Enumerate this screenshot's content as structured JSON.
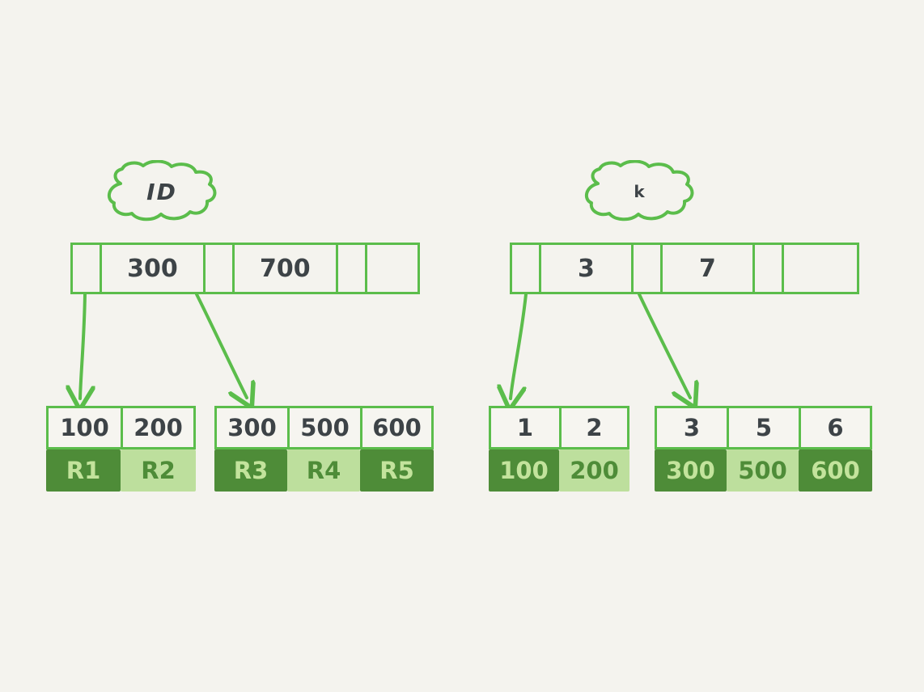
{
  "diagram": {
    "title": "b-plus-tree-index-comparison",
    "background_color": "#f4f3ee",
    "accent_color": "#5bbd4b",
    "dark_block_color": "#4e8c38",
    "light_block_color": "#bddf9d",
    "ink_color": "#3d4347"
  },
  "trees": [
    {
      "id": "primary-index",
      "cloud_label": "ID",
      "root": {
        "cells": [
          {
            "type": "pointer",
            "text": ""
          },
          {
            "type": "key",
            "text": "300"
          },
          {
            "type": "pointer",
            "text": ""
          },
          {
            "type": "key",
            "text": "700"
          },
          {
            "type": "pointer",
            "text": ""
          },
          {
            "type": "empty",
            "text": ""
          }
        ]
      },
      "leaves": [
        {
          "id": "primary-leaf-1",
          "keys": [
            "100",
            "200"
          ],
          "values": [
            "R1",
            "R2"
          ],
          "shades": [
            "dark",
            "light"
          ]
        },
        {
          "id": "primary-leaf-2",
          "keys": [
            "300",
            "500",
            "600"
          ],
          "values": [
            "R3",
            "R4",
            "R5"
          ],
          "shades": [
            "dark",
            "light",
            "dark"
          ]
        }
      ]
    },
    {
      "id": "secondary-index",
      "cloud_label": "k",
      "root": {
        "cells": [
          {
            "type": "pointer",
            "text": ""
          },
          {
            "type": "key",
            "text": "3"
          },
          {
            "type": "pointer",
            "text": ""
          },
          {
            "type": "key",
            "text": "7"
          },
          {
            "type": "pointer",
            "text": ""
          },
          {
            "type": "empty",
            "text": ""
          }
        ]
      },
      "leaves": [
        {
          "id": "secondary-leaf-1",
          "keys": [
            "1",
            "2"
          ],
          "values": [
            "100",
            "200"
          ],
          "shades": [
            "dark",
            "light"
          ]
        },
        {
          "id": "secondary-leaf-2",
          "keys": [
            "3",
            "5",
            "6"
          ],
          "values": [
            "300",
            "500",
            "600"
          ],
          "shades": [
            "dark",
            "light",
            "dark"
          ]
        }
      ]
    }
  ]
}
